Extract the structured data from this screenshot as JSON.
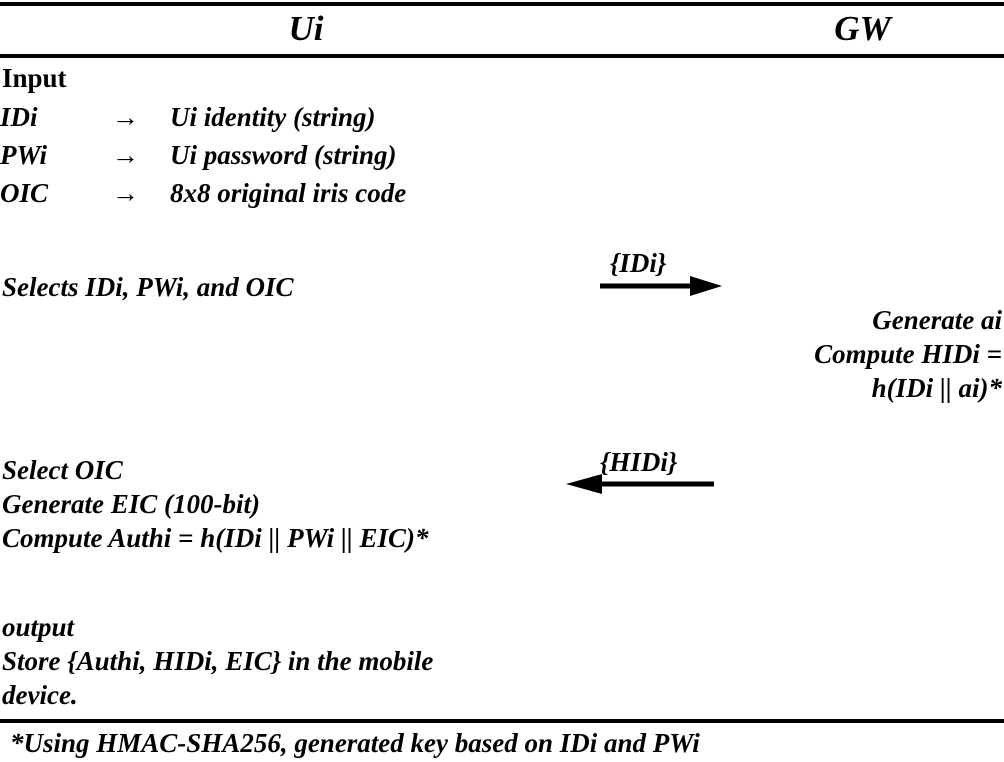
{
  "columns": {
    "left": "Ui",
    "right": "GW"
  },
  "input": {
    "heading": "Input",
    "arrow_glyph": "→",
    "rows": [
      {
        "symbol": "IDi",
        "arrow": "→",
        "description": "Ui identity (string)"
      },
      {
        "symbol": "PWi",
        "arrow": "→",
        "description": "Ui password (string)"
      },
      {
        "symbol": "OIC",
        "arrow": "→",
        "description": "8x8 original iris code"
      }
    ]
  },
  "ui_steps_1": [
    "Selects IDi, PWi, and OIC"
  ],
  "gw_steps": [
    "Generate ai",
    "Compute HIDi =",
    "h(IDi || ai)*"
  ],
  "ui_steps_2": [
    "Select OIC",
    "Generate EIC (100-bit)",
    "Compute Authi = h(IDi || PWi || EIC)*"
  ],
  "ui_output": {
    "heading": "output",
    "lines": [
      "Store {Authi, HIDi, EIC} in the mobile",
      "device."
    ]
  },
  "messages": [
    {
      "label": "{IDi}",
      "direction": "right",
      "from": "Ui",
      "to": "GW"
    },
    {
      "label": "{HIDi}",
      "direction": "left",
      "from": "GW",
      "to": "Ui"
    }
  ],
  "footnote": "*Using HMAC-SHA256, generated key based on IDi and PWi",
  "colors": {
    "ink": "#000000",
    "background": "#ffffff"
  }
}
